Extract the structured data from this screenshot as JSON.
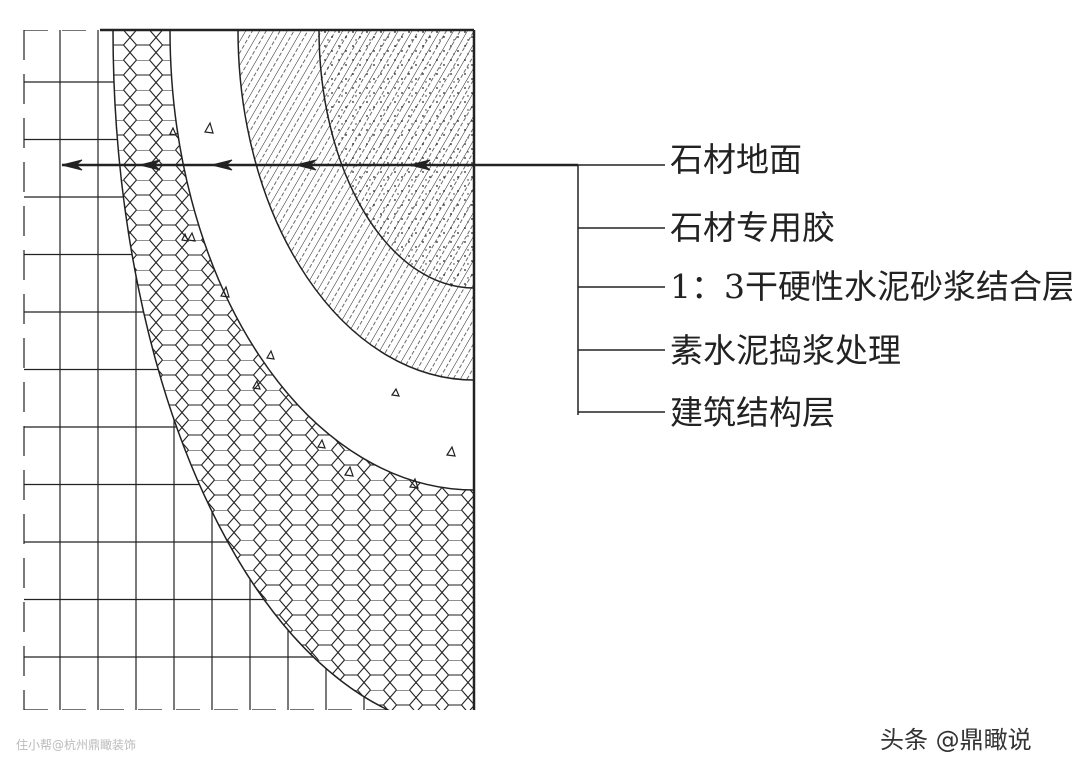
{
  "labels": [
    "石材地面",
    "石材专用胶",
    "1：3干硬性水泥砂浆结合层",
    "素水泥捣浆处理",
    "建筑结构层"
  ],
  "watermark_left": "住小帮@杭州鼎瞰装饰",
  "watermark_right": "头条 @鼎瞰说"
}
